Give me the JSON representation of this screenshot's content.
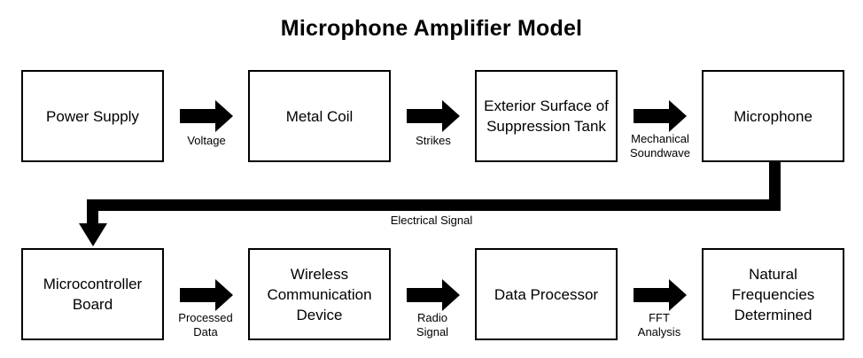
{
  "title": "Microphone Amplifier Model",
  "row1": {
    "boxes": [
      "Power Supply",
      "Metal Coil",
      "Exterior Surface of Suppression Tank",
      "Microphone"
    ],
    "arrow_labels": [
      "Voltage",
      "Strikes",
      "Mechanical Soundwave"
    ]
  },
  "connector_label": "Electrical Signal",
  "row2": {
    "boxes": [
      "Microcontroller Board",
      "Wireless Communication Device",
      "Data Processor",
      "Natural Frequencies Determined"
    ],
    "arrow_labels": [
      "Processed Data",
      "Radio Signal",
      "FFT Analysis"
    ]
  }
}
